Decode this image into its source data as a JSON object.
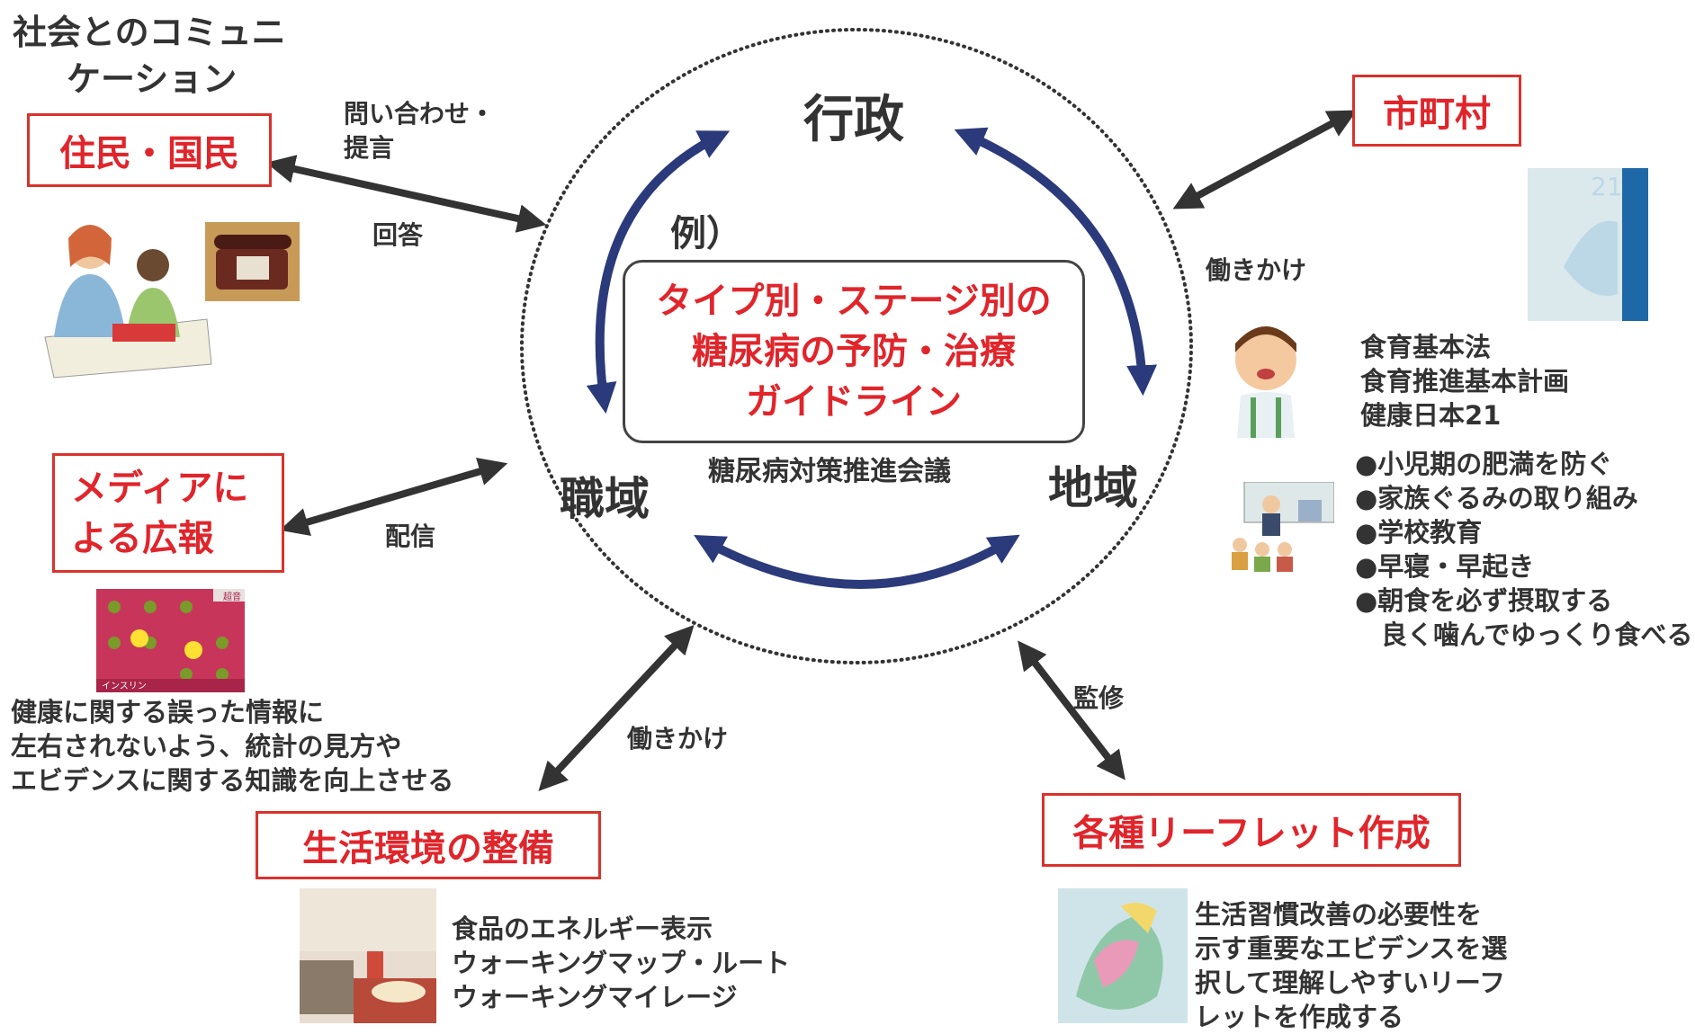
{
  "title": {
    "line1": "社会とのコミュニ",
    "line2": "ケーション"
  },
  "center": {
    "top": "行政",
    "left": "職域",
    "right": "地域",
    "example": "例）",
    "guideline": {
      "line1": "タイプ別・ステージ別の",
      "line2": "糖尿病の予防・治療",
      "line3": "ガイドライン"
    },
    "council": "糖尿病対策推進会議"
  },
  "boxes": {
    "residents": "住民・国民",
    "media": {
      "line1": "メディアに",
      "line2": "よる広報"
    },
    "environment": "生活環境の整備",
    "municipal": "市町村",
    "leaflet": "各種リーフレット作成"
  },
  "arrow_labels": {
    "inquiry": {
      "line1": "問い合わせ・",
      "line2": "提言"
    },
    "answer": "回答",
    "distribution": "配信",
    "approach_right": "働きかけ",
    "approach_bottom": "働きかけ",
    "supervision": "監修"
  },
  "texts": {
    "media": [
      "健康に関する誤った情報に",
      "左右されないよう、統計の見方や",
      "エビデンスに関する知識を向上させる"
    ],
    "environment": [
      "食品のエネルギー表示",
      "ウォーキングマップ・ルート",
      "ウォーキングマイレージ"
    ],
    "laws": [
      "食育基本法",
      "食育推進基本計画",
      "健康日本21"
    ],
    "bullets": [
      "●小児期の肥満を防ぐ",
      "●家族ぐるみの取り組み",
      "●学校教育",
      "●早寝・早起き",
      "●朝食を必ず摂取する",
      "　良く噛んでゆっくり食べる"
    ],
    "leaflet": [
      "生活習慣改善の必要性を",
      "示す重要なエビデンスを選",
      "択して理解しやすいリーフ",
      "レットを作成する"
    ],
    "poster": {
      "top": "超音",
      "bottom": "インスリン"
    }
  },
  "colors": {
    "red": "#e0252b",
    "navy": "#2b3a7a",
    "dark": "#333333"
  }
}
